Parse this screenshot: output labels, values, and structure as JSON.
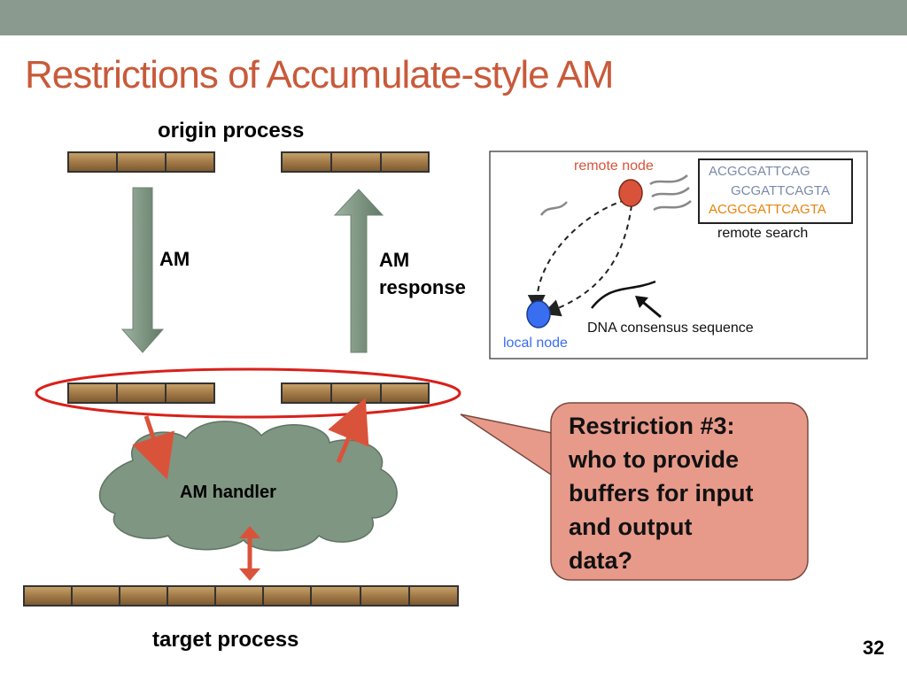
{
  "slide": {
    "title": "Restrictions of Accumulate-style AM",
    "page_number": "32"
  },
  "labels": {
    "origin_process": "origin process",
    "target_process": "target process",
    "am": "AM",
    "am_response_1": "AM",
    "am_response_2": "response",
    "am_handler": "AM handler"
  },
  "callout": {
    "lines": [
      "Restriction #3:",
      "who to provide",
      "buffers for input",
      "and output",
      "data?"
    ]
  },
  "inset": {
    "remote_node": "remote node",
    "local_node": "local node",
    "sequences": [
      "ACGCGATTCAG",
      "GCGATTCAGTA",
      "ACGCGATTCAGTA"
    ],
    "remote_search": "remote search",
    "consensus": "DNA consensus sequence"
  },
  "colors": {
    "accent_title": "#c85a3a",
    "top_bar": "#8a9a8f",
    "buffer": "#a07a48",
    "cloud": "#7f9683",
    "callout_fill": "#e89a8a",
    "red_arrow": "#d9533a",
    "remote_node": "#d9533a",
    "local_node": "#3a6ef0",
    "highlight_seq": "#e8820a"
  }
}
